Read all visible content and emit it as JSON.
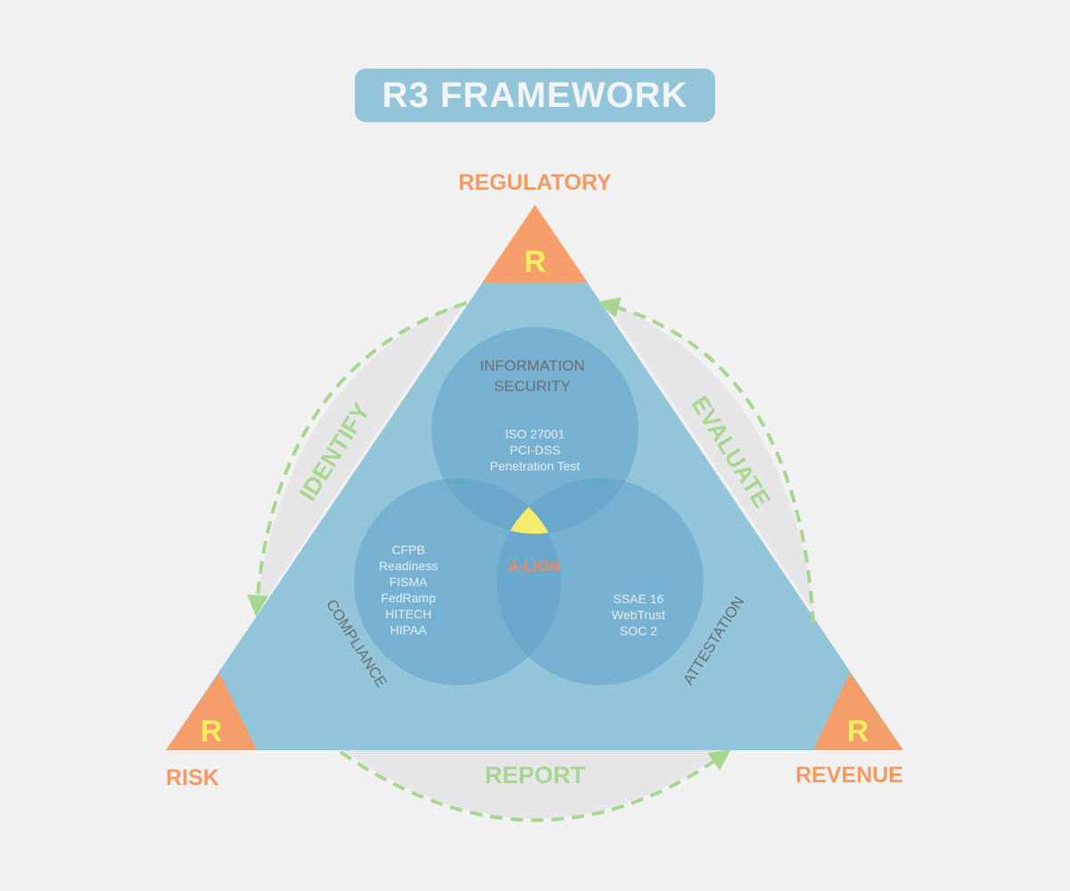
{
  "title": "R3 FRAMEWORK",
  "corners": {
    "top": {
      "label": "REGULATORY",
      "letter": "R"
    },
    "left": {
      "label": "RISK",
      "letter": "R"
    },
    "right": {
      "label": "REVENUE",
      "letter": "R"
    }
  },
  "cycle": {
    "left": "IDENTIFY",
    "right": "EVALUATE",
    "bottom": "REPORT"
  },
  "areas": {
    "top": {
      "label_lines": [
        "INFORMATION",
        "SECURITY"
      ],
      "items": [
        "ISO 27001",
        "PCI-DSS",
        "Penetration Test"
      ]
    },
    "left": {
      "label": "COMPLIANCE",
      "items": [
        "CFPB",
        "Readiness",
        "FISMA",
        "FedRamp",
        "HITECH",
        "HIPAA"
      ]
    },
    "right": {
      "label": "ATTESTATION",
      "items": [
        "SSAE 16",
        "WebTrust",
        "SOC 2"
      ]
    }
  },
  "center": {
    "label": "A-LIGN"
  },
  "colors": {
    "background": "#f1f1f2",
    "triangle": "#92c5da",
    "corner": "#f59e69",
    "circle": "#5b9ec8",
    "center": "#f5ec6b",
    "cycle": "#a7d68e",
    "title_box": "#92c5da"
  }
}
